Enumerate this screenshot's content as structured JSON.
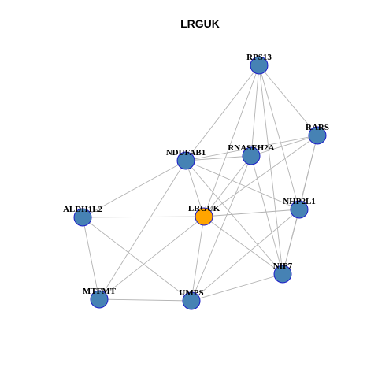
{
  "title": "LRGUK",
  "colors": {
    "node_fill": "#4682B4",
    "center_fill": "#FFA500",
    "node_stroke": "#1C1CC8",
    "edge": "#B3B3B3"
  },
  "nodes": [
    {
      "id": "RPS13",
      "label": "RPS13",
      "center": false
    },
    {
      "id": "RARS",
      "label": "RARS",
      "center": false
    },
    {
      "id": "NDUFAB1",
      "label": "NDUFAB1",
      "center": false
    },
    {
      "id": "RNASEH2A",
      "label": "RNASEH2A",
      "center": false
    },
    {
      "id": "ALDH1L2",
      "label": "ALDH1L2",
      "center": false
    },
    {
      "id": "LRGUK",
      "label": "LRGUK",
      "center": true
    },
    {
      "id": "NHP2L1",
      "label": "NHP2L1",
      "center": false
    },
    {
      "id": "NIP7",
      "label": "NIP7",
      "center": false
    },
    {
      "id": "MTFMT",
      "label": "MTFMT",
      "center": false
    },
    {
      "id": "UMPS",
      "label": "UMPS",
      "center": false
    }
  ],
  "edges": [
    [
      "RPS13",
      "NDUFAB1"
    ],
    [
      "RPS13",
      "RNASEH2A"
    ],
    [
      "RPS13",
      "RARS"
    ],
    [
      "RPS13",
      "LRGUK"
    ],
    [
      "RPS13",
      "NHP2L1"
    ],
    [
      "RPS13",
      "NIP7"
    ],
    [
      "RARS",
      "NDUFAB1"
    ],
    [
      "RARS",
      "RNASEH2A"
    ],
    [
      "RARS",
      "LRGUK"
    ],
    [
      "RARS",
      "NHP2L1"
    ],
    [
      "RARS",
      "NIP7"
    ],
    [
      "NDUFAB1",
      "RNASEH2A"
    ],
    [
      "NDUFAB1",
      "ALDH1L2"
    ],
    [
      "NDUFAB1",
      "LRGUK"
    ],
    [
      "NDUFAB1",
      "MTFMT"
    ],
    [
      "NDUFAB1",
      "NHP2L1"
    ],
    [
      "NDUFAB1",
      "NIP7"
    ],
    [
      "RNASEH2A",
      "LRGUK"
    ],
    [
      "RNASEH2A",
      "UMPS"
    ],
    [
      "RNASEH2A",
      "NIP7"
    ],
    [
      "ALDH1L2",
      "LRGUK"
    ],
    [
      "ALDH1L2",
      "MTFMT"
    ],
    [
      "ALDH1L2",
      "UMPS"
    ],
    [
      "LRGUK",
      "NHP2L1"
    ],
    [
      "LRGUK",
      "NIP7"
    ],
    [
      "LRGUK",
      "MTFMT"
    ],
    [
      "LRGUK",
      "UMPS"
    ],
    [
      "NHP2L1",
      "NIP7"
    ],
    [
      "NHP2L1",
      "UMPS"
    ],
    [
      "NIP7",
      "UMPS"
    ],
    [
      "MTFMT",
      "UMPS"
    ]
  ]
}
